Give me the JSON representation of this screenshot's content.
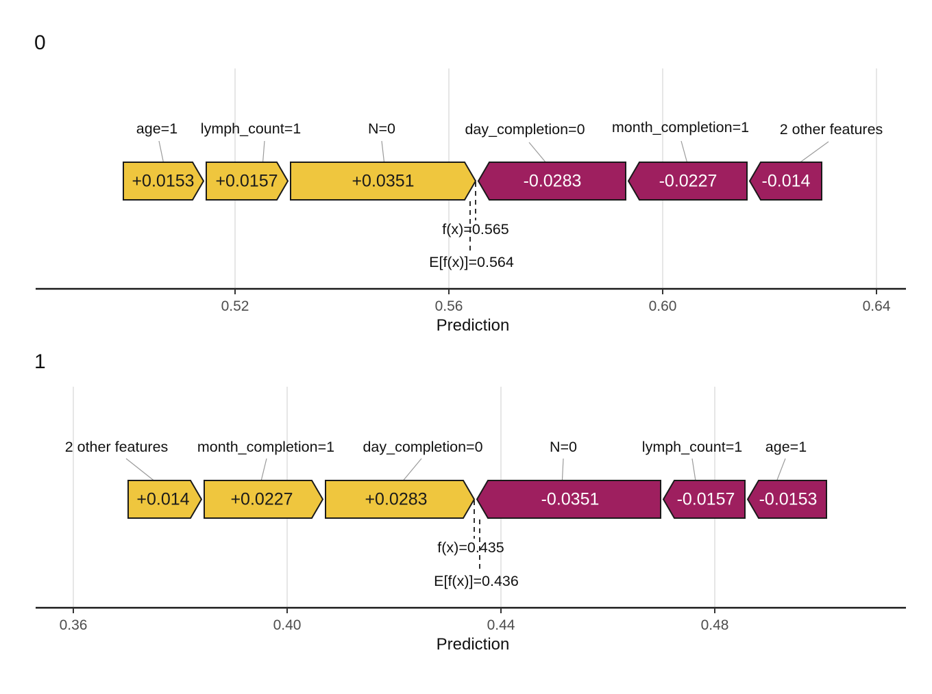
{
  "colors": {
    "positive_fill": "#EFC63E",
    "negative_fill": "#9E1F5F",
    "arrow_stroke": "#1A1A1A",
    "gridline": "#E6E6E6",
    "axis_line": "#1A1A1A",
    "tick_label": "#4D4D4D"
  },
  "chart_data": [
    {
      "type": "bar",
      "subtype": "shap_force_plot",
      "panel_title": "0",
      "xlabel": "Prediction",
      "axis_range": [
        0.483,
        0.645
      ],
      "grid": true,
      "tick_values": [
        0.52,
        0.56,
        0.6,
        0.64
      ],
      "tick_labels": [
        "0.52",
        "0.56",
        "0.60",
        "0.64"
      ],
      "fx_value": 0.565,
      "efx_value": 0.564,
      "fx_label": "f(x)=0.565",
      "efx_label": "E[f(x)]=0.564",
      "features": [
        {
          "label": "age=1",
          "contribution": 0.0153,
          "value_text": "+0.0153",
          "direction": "positive"
        },
        {
          "label": "lymph_count=1",
          "contribution": 0.0157,
          "value_text": "+0.0157",
          "direction": "positive"
        },
        {
          "label": "N=0",
          "contribution": 0.0351,
          "value_text": "+0.0351",
          "direction": "positive"
        },
        {
          "label": "day_completion=0",
          "contribution": -0.0283,
          "value_text": "-0.0283",
          "direction": "negative"
        },
        {
          "label": "month_completion=1",
          "contribution": -0.0227,
          "value_text": "-0.0227",
          "direction": "negative"
        },
        {
          "label": "2 other features",
          "contribution": -0.014,
          "value_text": "-0.014",
          "direction": "negative"
        }
      ]
    },
    {
      "type": "bar",
      "subtype": "shap_force_plot",
      "panel_title": "1",
      "xlabel": "Prediction",
      "axis_range": [
        0.353,
        0.516
      ],
      "grid": true,
      "tick_values": [
        0.36,
        0.4,
        0.44,
        0.48
      ],
      "tick_labels": [
        "0.36",
        "0.40",
        "0.44",
        "0.48"
      ],
      "fx_value": 0.435,
      "efx_value": 0.436,
      "fx_label": "f(x)=0.435",
      "efx_label": "E[f(x)]=0.436",
      "features": [
        {
          "label": "2 other features",
          "contribution": 0.014,
          "value_text": "+0.014",
          "direction": "positive"
        },
        {
          "label": "month_completion=1",
          "contribution": 0.0227,
          "value_text": "+0.0227",
          "direction": "positive"
        },
        {
          "label": "day_completion=0",
          "contribution": 0.0283,
          "value_text": "+0.0283",
          "direction": "positive"
        },
        {
          "label": "N=0",
          "contribution": -0.0351,
          "value_text": "-0.0351",
          "direction": "negative"
        },
        {
          "label": "lymph_count=1",
          "contribution": -0.0157,
          "value_text": "-0.0157",
          "direction": "negative"
        },
        {
          "label": "age=1",
          "contribution": -0.0153,
          "value_text": "-0.0153",
          "direction": "negative"
        }
      ]
    }
  ]
}
